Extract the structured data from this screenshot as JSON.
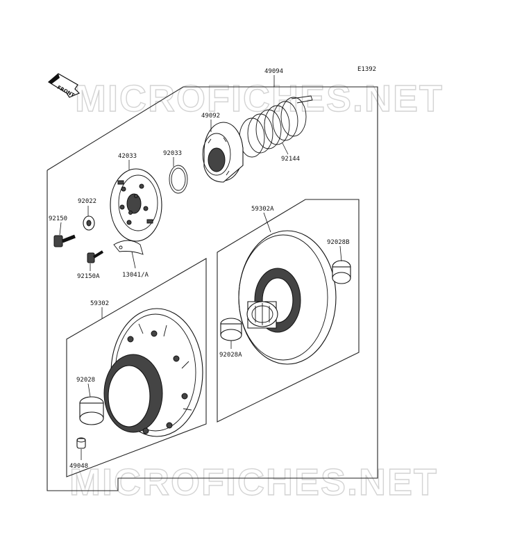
{
  "diagram_code": "E1392",
  "front_label": "FRONT",
  "watermark": "MICROFICHES.NET",
  "parts": {
    "p49094": "49094",
    "p49092": "49092",
    "p92144": "92144",
    "p42033": "42033",
    "p92033": "92033",
    "p92022": "92022",
    "p92150": "92150",
    "p92150A": "92150A",
    "p13041A": "13041/A",
    "p59302A": "59302A",
    "p92028B": "92028B",
    "p92028A": "92028A",
    "p59302": "59302",
    "p92028": "92028",
    "p49048": "49048"
  }
}
